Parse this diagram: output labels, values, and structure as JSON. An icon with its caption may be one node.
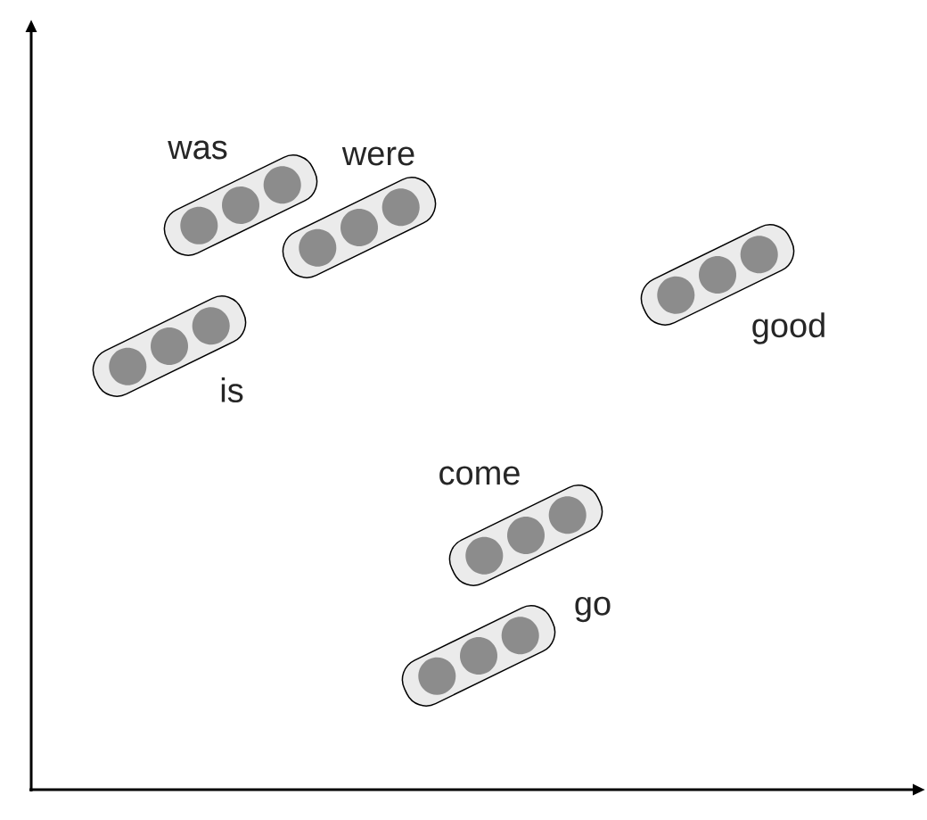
{
  "diagram": {
    "nodes": [
      {
        "text": [],
        "shape": "bar",
        "beside": [
          "was"
        ]
      },
      {
        "text": [],
        "shape": "bar",
        "beside": [
          "were"
        ]
      },
      {
        "text": [],
        "shape": "bar",
        "beside": [
          "is"
        ]
      },
      {
        "text": [],
        "shape": "bar",
        "beside": [
          "good"
        ]
      },
      {
        "text": [],
        "shape": "bar",
        "beside": [
          "come"
        ]
      },
      {
        "text": [],
        "shape": "bar",
        "beside": [
          "go"
        ]
      }
    ]
  }
}
